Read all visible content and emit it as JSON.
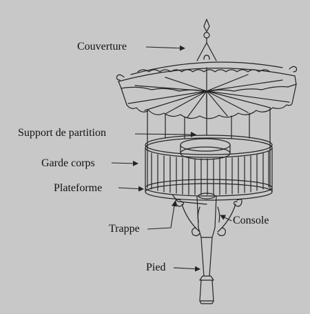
{
  "labels": {
    "couverture": "Couverture",
    "support": "Support de partition",
    "garde": "Garde corps",
    "plateforme": "Plateforme",
    "trappe": "Trappe",
    "console": "Console",
    "pied": "Pied"
  },
  "colors": {
    "background": "#c8c8c8",
    "ink": "#222222"
  }
}
